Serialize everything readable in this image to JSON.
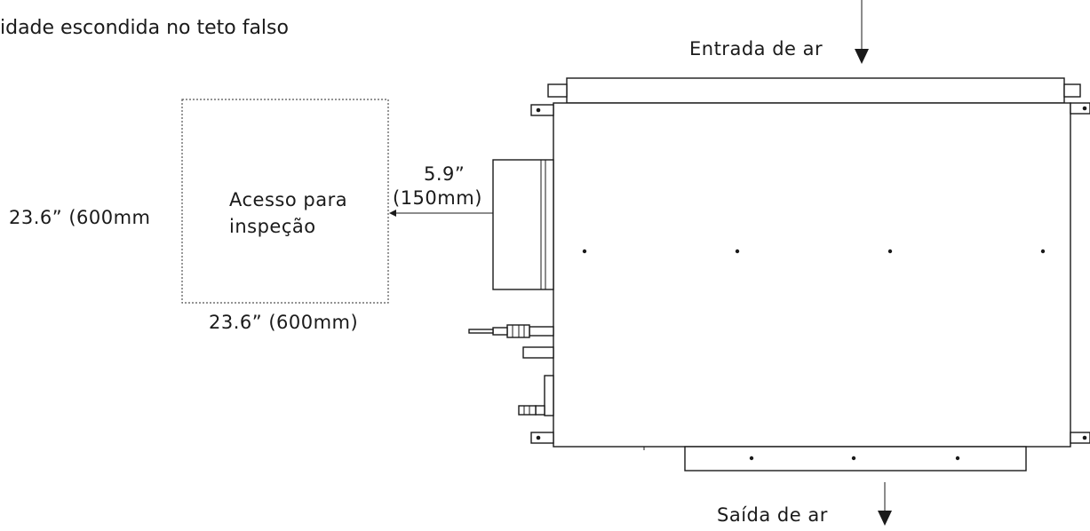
{
  "diagram": {
    "title": "idade escondida no teto falso",
    "air_inlet_label": "Entrada de ar",
    "air_outlet_label": "Saída de ar",
    "access_label_line1": "Acesso para",
    "access_label_line2": "inspeção",
    "access_width_label": "23.6” (600mm)",
    "access_height_label": "23.6” (600mm",
    "clearance_value": "5.9”",
    "clearance_mm": "(150mm)"
  },
  "colors": {
    "line": "#1a1a1a",
    "background": "#ffffff",
    "dotted_box": "#555555"
  }
}
